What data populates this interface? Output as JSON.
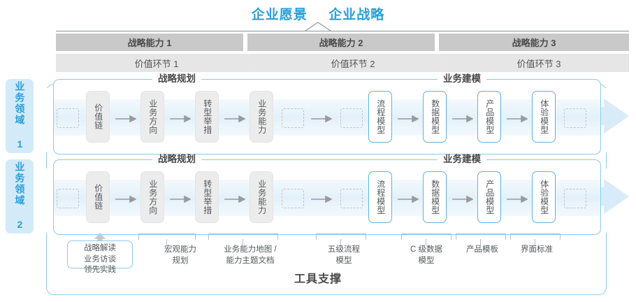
{
  "header": {
    "vision": "企业愿景",
    "strategy": "企业战略"
  },
  "capabilities": [
    {
      "label": "战略能力 1"
    },
    {
      "label": "战略能力 2"
    },
    {
      "label": "战略能力 3"
    }
  ],
  "value_stages": [
    {
      "label": "价值环节 1"
    },
    {
      "label": "价值环节 2"
    },
    {
      "label": "价值环节 3"
    }
  ],
  "domains": [
    {
      "label": "业务领域 1"
    },
    {
      "label": "业务领域 2"
    }
  ],
  "sections": {
    "planning": "战略规划",
    "modeling": "业务建模"
  },
  "flow_nodes": {
    "planning": [
      {
        "label": "价值链",
        "style": "grey"
      },
      {
        "label": "业务方向",
        "style": "grey"
      },
      {
        "label": "转型举措",
        "style": "grey"
      },
      {
        "label": "业务能力",
        "style": "grey"
      }
    ],
    "modeling": [
      {
        "label": "流程模型",
        "style": "blue"
      },
      {
        "label": "数据模型",
        "style": "blue"
      },
      {
        "label": "产品模型",
        "style": "blue"
      },
      {
        "label": "体验模型",
        "style": "blue"
      }
    ]
  },
  "tool_support": {
    "title": "工具支撑",
    "items": [
      {
        "label": "战略解读\n业务访谈\n领先实践",
        "boxed": true
      },
      {
        "label": "宏观能力\n规划",
        "boxed": false
      },
      {
        "label": "业务能力地图 /\n能力主题文档",
        "boxed": false
      },
      {
        "label": "五级流程\n模型",
        "boxed": false
      },
      {
        "label": "C 级数据\n模型",
        "boxed": false
      },
      {
        "label": "产品模板",
        "boxed": false
      },
      {
        "label": "界面标准",
        "boxed": false
      }
    ]
  },
  "colors": {
    "accent_blue": "#2a9fd8",
    "border_blue": "#8ecaea",
    "node_blue": "#5bb3e4",
    "bar_grey": "#c9c9c9",
    "chevron_grey": "#e6e6e6",
    "text_grey": "#4a4a4a",
    "band_blue": "#e4f1fa"
  }
}
